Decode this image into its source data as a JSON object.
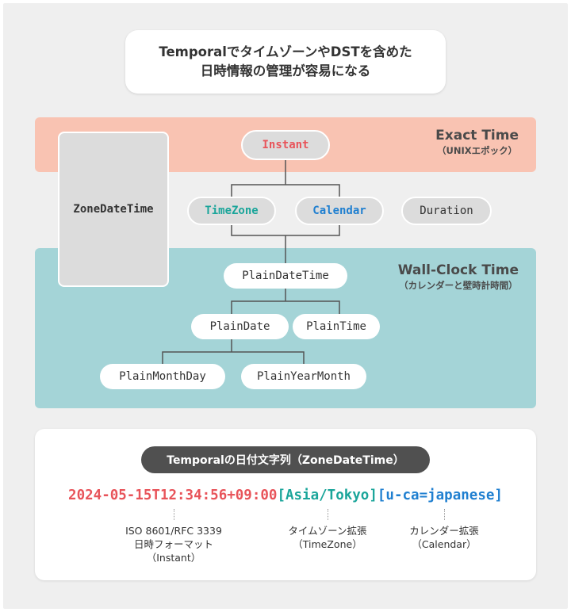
{
  "title": {
    "line1": "TemporalでタイムゾーンやDSTを含めた",
    "line2": "日時情報の管理が容易になる"
  },
  "bands": {
    "exact": {
      "label": "Exact Time",
      "sub": "（UNIXエポック）"
    },
    "wall": {
      "label": "Wall-Clock Time",
      "sub": "（カレンダーと壁時計時間）"
    }
  },
  "nodes": {
    "zoned": "ZoneDateTime",
    "instant": "Instant",
    "timezone": "TimeZone",
    "calendar": "Calendar",
    "duration": "Duration",
    "plain_datetime": "PlainDateTime",
    "plain_date": "PlainDate",
    "plain_time": "PlainTime",
    "plain_monthday": "PlainMonthDay",
    "plain_yearmonth": "PlainYearMonth"
  },
  "string_section": {
    "heading": "Temporalの日付文字列（ZoneDateTime）",
    "part_datetime": "2024-05-15T12:34:56+09:00",
    "part_zone": "[Asia/Tokyo]",
    "part_calendar": "[u-ca=japanese]",
    "anno_iso": [
      "ISO 8601/RFC 3339",
      "日時フォーマット",
      "（Instant）"
    ],
    "anno_zone": [
      "タイムゾーン拡張",
      "（TimeZone）"
    ],
    "anno_cal": [
      "カレンダー拡張",
      "（Calendar）"
    ]
  },
  "colors": {
    "red": "#e8545a",
    "teal": "#1aa59a",
    "blue": "#1f7fd0",
    "exact_band": "#f9c3b2",
    "wall_band": "#a4d4d7"
  }
}
